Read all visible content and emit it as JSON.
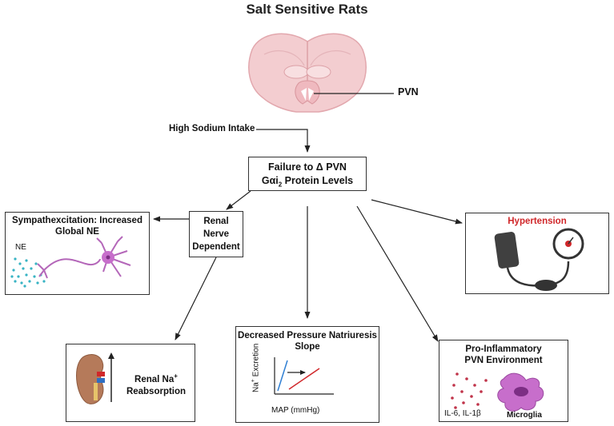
{
  "title": "Salt Sensitive Rats",
  "brain": {
    "label": "PVN",
    "icon": "rat-brain-coronal-section-icon"
  },
  "intake": {
    "label": "High Sodium Intake"
  },
  "failure_box": {
    "line1": "Failure to Δ PVN",
    "line2_prefix": "Gαi",
    "line2_sub": "2",
    "line2_suffix": " Protein Levels"
  },
  "renal_nerve_box": {
    "line1": "Renal",
    "line2": "Nerve",
    "line3": "Dependent"
  },
  "sympath_box": {
    "line1": "Sympathexcitation: Increased",
    "line2": "Global NE",
    "ne_label": "NE",
    "icon": "neuron-releasing-norepinephrine-icon"
  },
  "hypertension_box": {
    "label": "Hypertension",
    "label_color": "#d0272a",
    "icon": "blood-pressure-cuff-icon"
  },
  "renal_na_box": {
    "line1_prefix": "Renal Na",
    "line1_sup": "+",
    "line2": "Reabsorption",
    "icon": "kidney-icon"
  },
  "natriuresis_box": {
    "line1": "Decreased Pressure Natriuresis",
    "line2": "Slope",
    "ylabel_prefix": "Na",
    "ylabel_sup": "+",
    "ylabel_suffix": " Excretion",
    "xlabel": "MAP (mmHg)",
    "normal_color": "#2f7fd3",
    "shifted_color": "#d0272a"
  },
  "inflammatory_box": {
    "line1": "Pro-Inflammatory",
    "line2": "PVN Environment",
    "cytokines": "IL-6, IL-1β",
    "microglia_label": "Microglia",
    "icon": "microglia-cell-icon"
  }
}
